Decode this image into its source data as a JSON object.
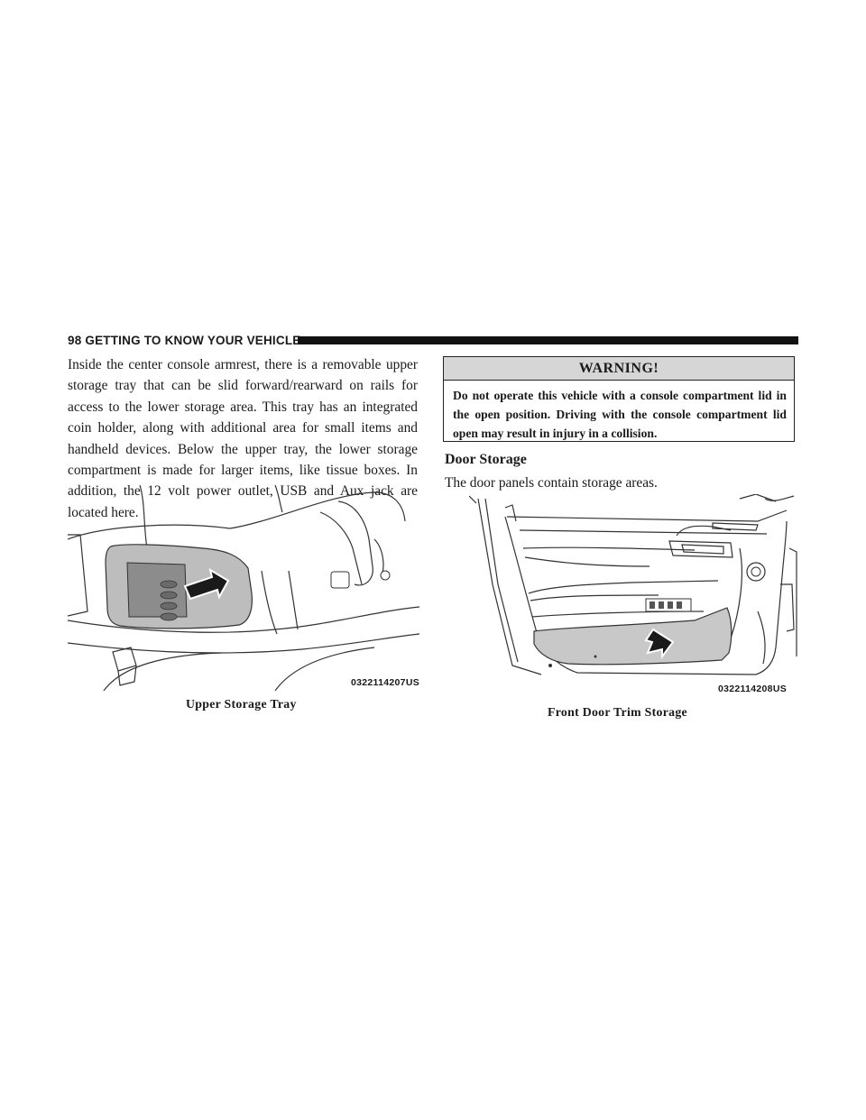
{
  "header": {
    "page_number_and_section": "98  GETTING TO KNOW YOUR VEHICLE"
  },
  "left_column": {
    "paragraph": "Inside the center console armrest, there is a removable upper storage tray that can be slid forward/rearward on rails for access to the lower storage area. This tray has an integrated coin holder, along with additional area for small items and handheld devices. Below the upper tray, the lower storage compartment is made for larger items, like tissue boxes. In addition, the 12 volt power outlet, USB and Aux jack are located here."
  },
  "warning": {
    "title": "WARNING!",
    "text": "Do not operate this vehicle with a console compartment lid in the open position. Driving with the console compartment lid open may result in injury in a collision."
  },
  "door_storage": {
    "heading": "Door Storage",
    "text": "The door panels contain storage areas."
  },
  "figures": {
    "upper_tray": {
      "code": "0322114207US",
      "caption": "Upper Storage Tray"
    },
    "door_trim": {
      "code": "0322114208US",
      "caption": "Front Door Trim Storage"
    }
  }
}
